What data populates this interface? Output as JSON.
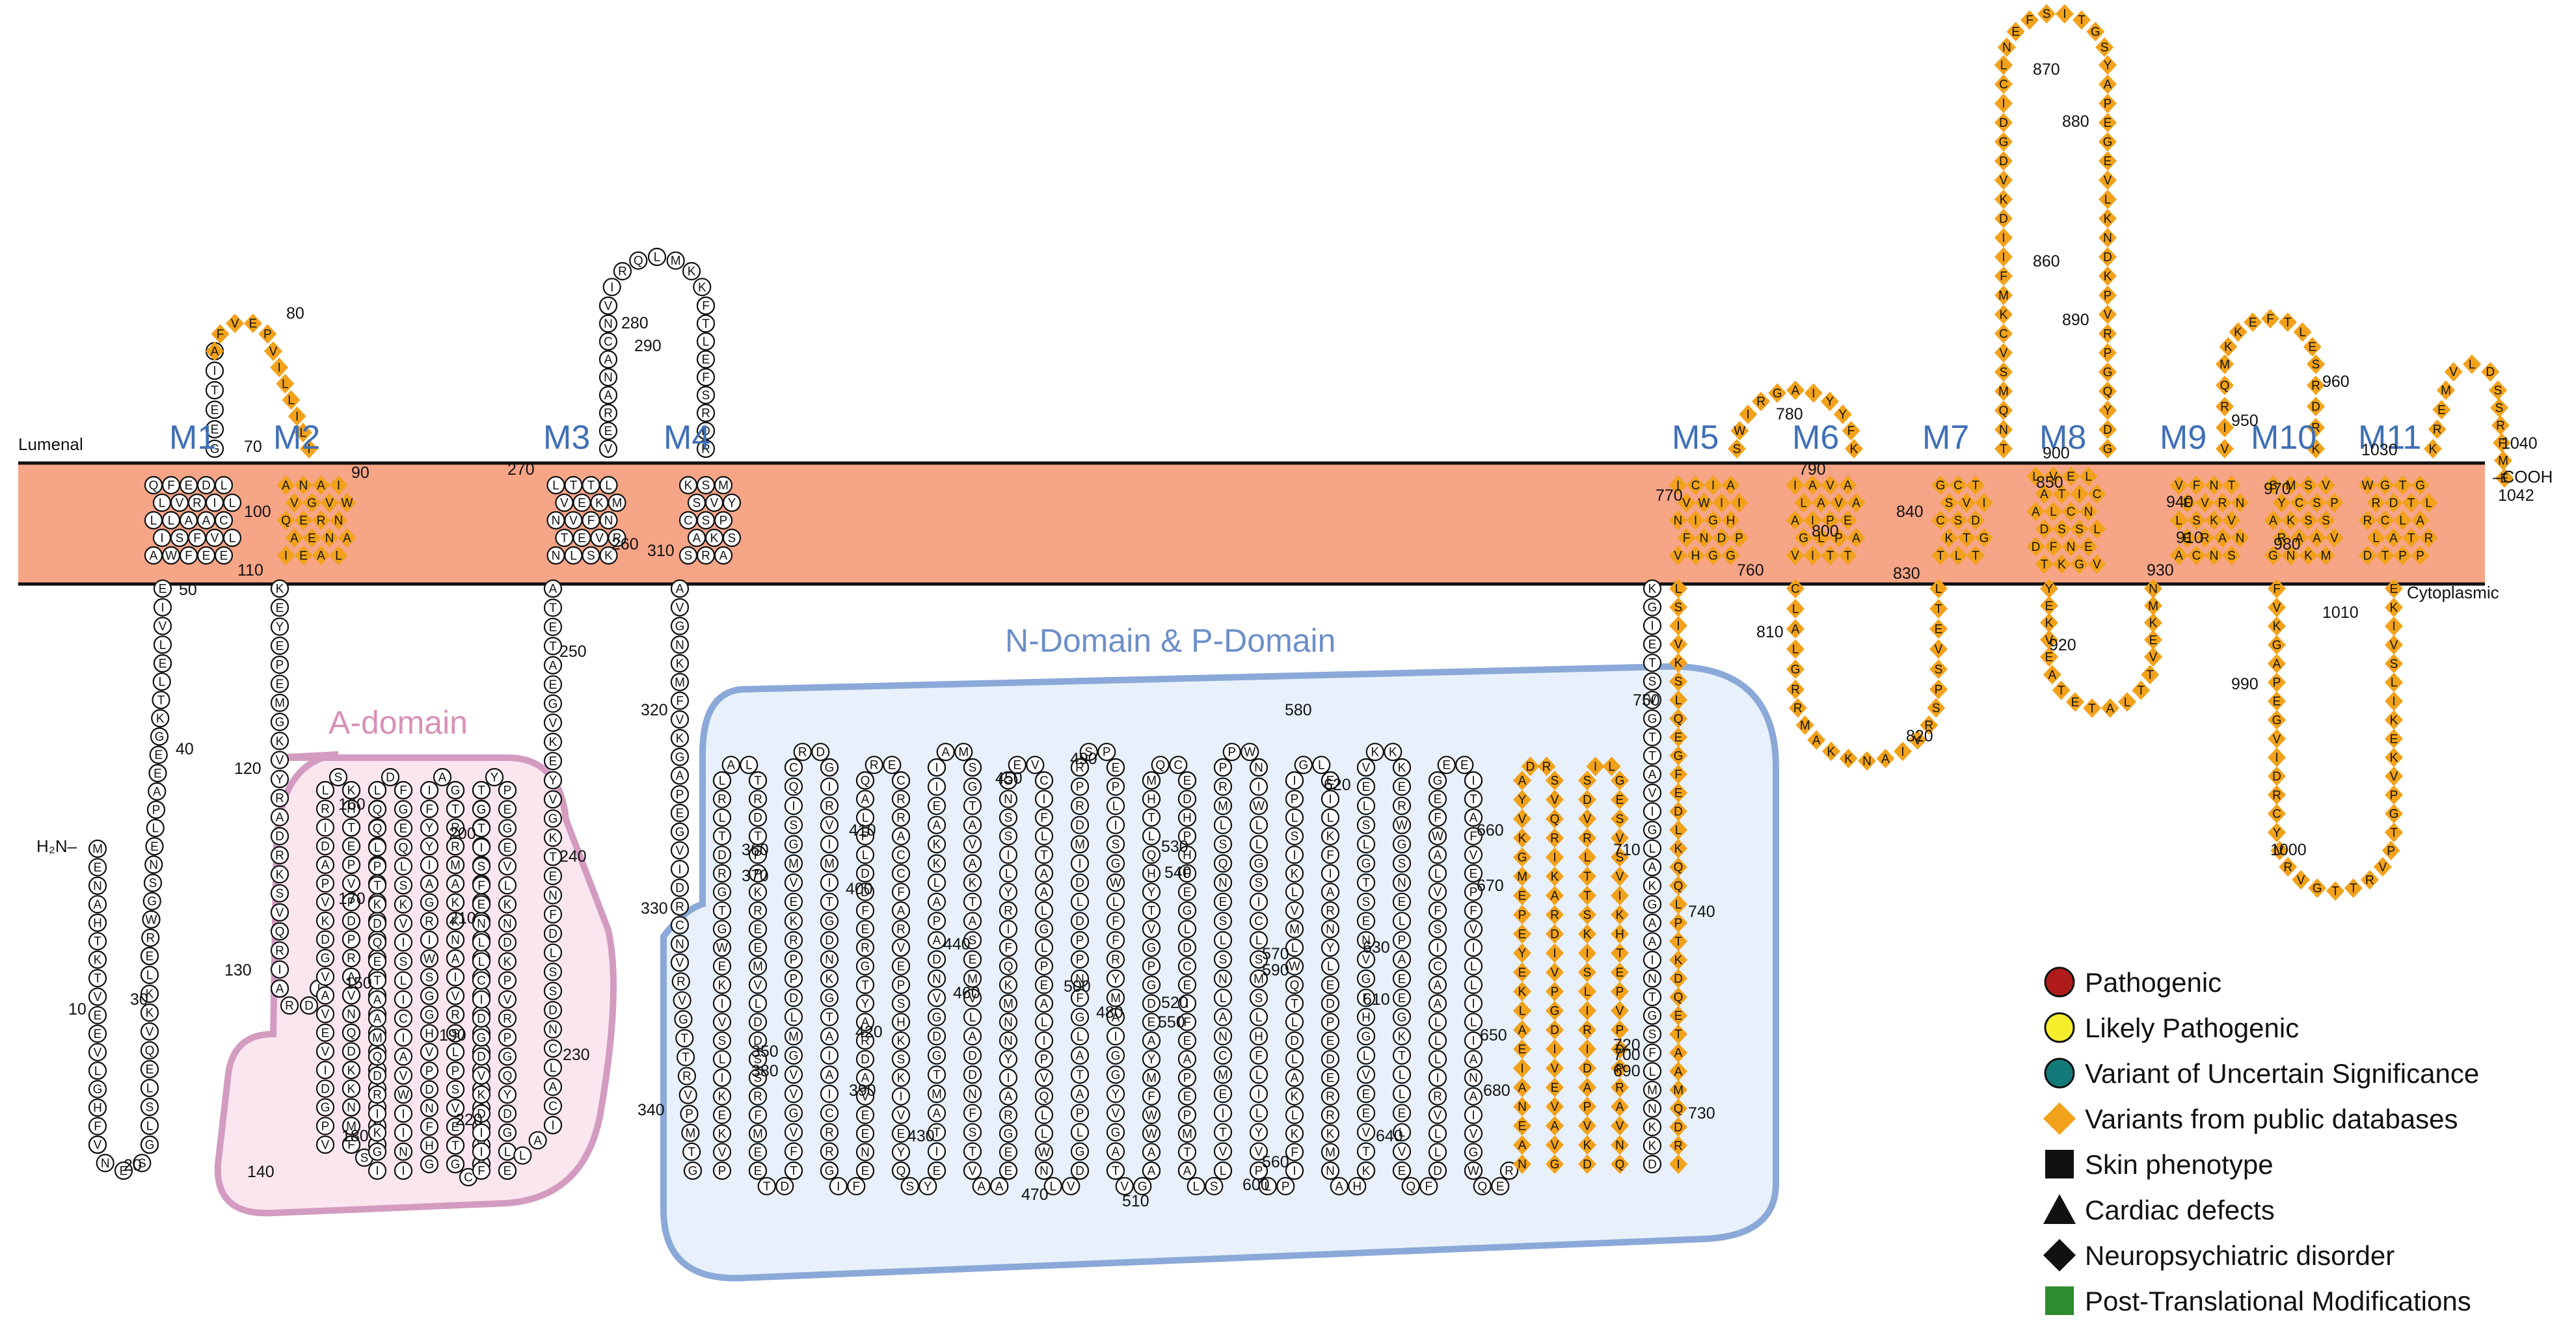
{
  "sides": {
    "lumenal": "Lumenal",
    "cytoplasmic": "Cytoplasmic"
  },
  "termini": {
    "n": "H₂N–",
    "c": "–COOH"
  },
  "segments": [
    "M1",
    "M2",
    "M3",
    "M4",
    "M5",
    "M6",
    "M7",
    "M8",
    "M9",
    "M10",
    "M11"
  ],
  "domains": {
    "a": "A-domain",
    "np": "N-Domain & P-Domain"
  },
  "positions": [
    "10",
    "20",
    "30",
    "40",
    "50",
    "70",
    "80",
    "90",
    "100",
    "110",
    "120",
    "130",
    "140",
    "150",
    "160",
    "170",
    "180",
    "190",
    "200",
    "210",
    "220",
    "230",
    "240",
    "250",
    "260",
    "270",
    "280",
    "290",
    "310",
    "320",
    "330",
    "340",
    "350",
    "360",
    "370",
    "380",
    "390",
    "400",
    "410",
    "420",
    "430",
    "440",
    "450",
    "460",
    "470",
    "480",
    "490",
    "500",
    "510",
    "520",
    "530",
    "540",
    "550",
    "560",
    "570",
    "580",
    "590",
    "600",
    "610",
    "620",
    "630",
    "640",
    "650",
    "660",
    "670",
    "680",
    "690",
    "700",
    "710",
    "720",
    "730",
    "740",
    "750",
    "760",
    "770",
    "780",
    "790",
    "800",
    "810",
    "820",
    "830",
    "840",
    "850",
    "860",
    "870",
    "880",
    "890",
    "900",
    "910",
    "920",
    "930",
    "940",
    "950",
    "960",
    "970",
    "980",
    "990",
    "1000",
    "1010",
    "1030",
    "1040",
    "1042"
  ],
  "legend": [
    {
      "label": "Pathogenic",
      "shape": "circle",
      "color": "#b01c1c"
    },
    {
      "label": "Likely Pathogenic",
      "shape": "circle",
      "color": "#f5ee2a"
    },
    {
      "label": "Variant of Uncertain Significance",
      "shape": "circle",
      "color": "#127a78"
    },
    {
      "label": "Variants from public databases",
      "shape": "diamond",
      "color": "#f2a21a"
    },
    {
      "label": "Skin phenotype",
      "shape": "square",
      "color": "#111111"
    },
    {
      "label": "Cardiac defects",
      "shape": "triangle",
      "color": "#111111"
    },
    {
      "label": "Neuropsychiatric disorder",
      "shape": "diamond",
      "color": "#111111"
    },
    {
      "label": "Post-Translational Modifications",
      "shape": "square",
      "color": "#2e8b2e"
    }
  ],
  "colors": {
    "membrane": "#f7a587",
    "a_domain_fill": "#fbe6f0",
    "a_domain_stroke": "#d39bc0",
    "np_domain_fill": "#e8f1fb",
    "np_domain_stroke": "#8ba9d8",
    "segment_label": "#3f6fb5",
    "a_domain_label": "#d890b8",
    "np_domain_label": "#6d8fc9",
    "public_variant": "#f2a21a"
  }
}
